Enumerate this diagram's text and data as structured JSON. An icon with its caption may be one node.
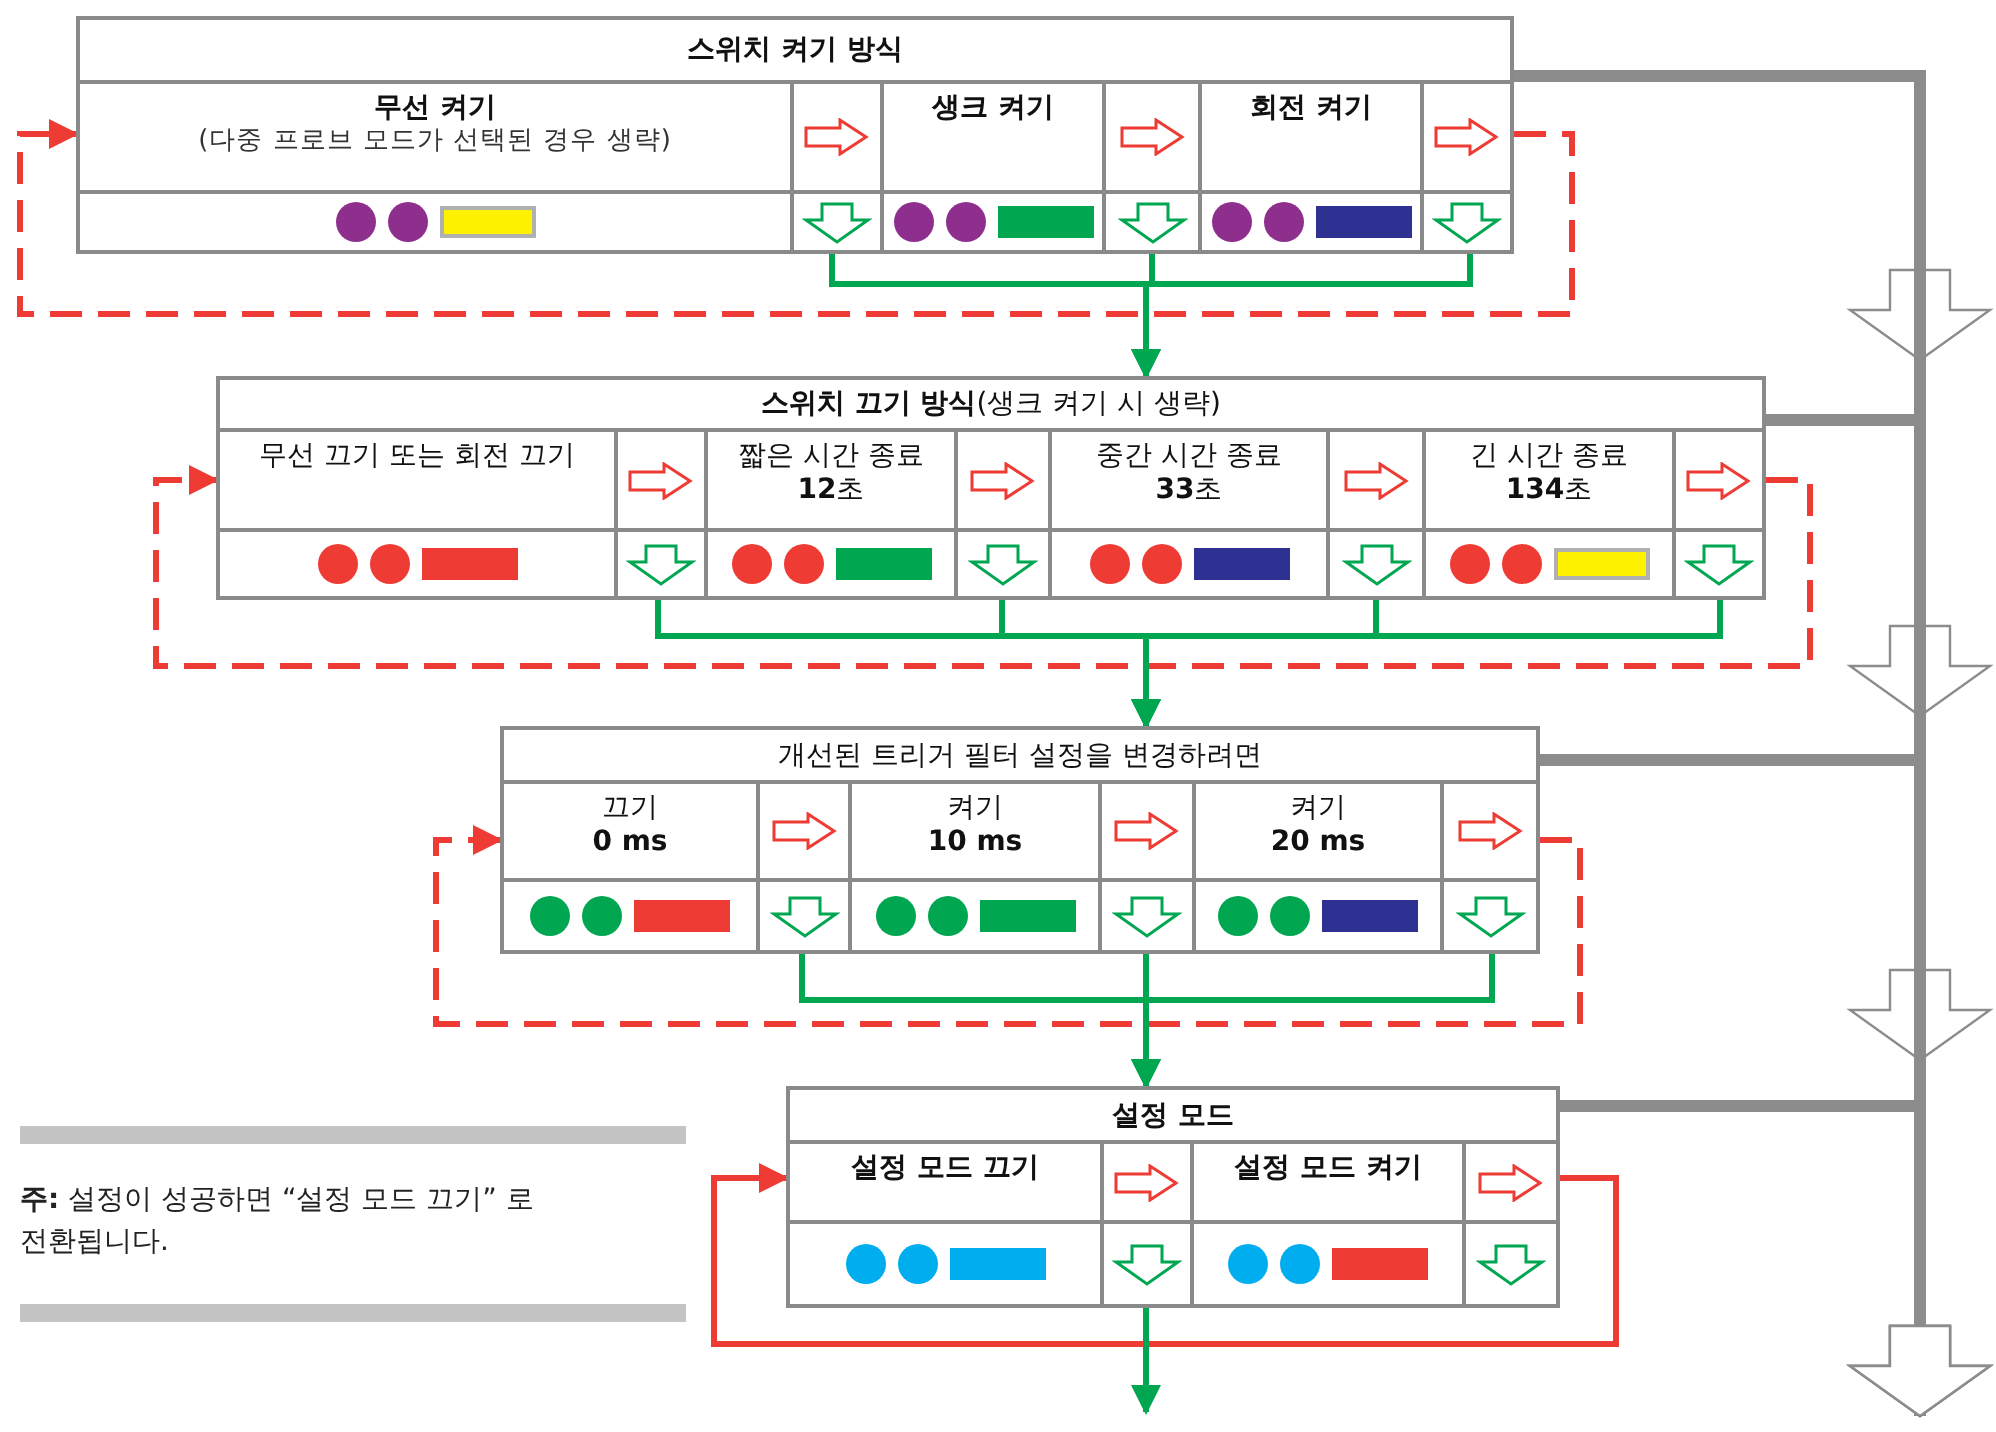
{
  "diagram": {
    "nodes": [
      {
        "text": [
          "스위치 켜기 방식"
        ]
      },
      {
        "text": [
          "무선 켜기",
          "(다중 프로브 모드가 선택된 경우 생략)"
        ],
        "in": 0
      },
      {
        "text": [
          "생크 켜기"
        ],
        "in": 0
      },
      {
        "text": [
          "회전 켜기"
        ],
        "in": 0
      },
      {
        "text": [
          "**스위치 끄기 방식**(생크 켜기 시 생략)"
        ]
      },
      {
        "text": [
          "무선 끄기 또는 회전 끄기"
        ],
        "in": 4
      },
      {
        "text": [
          "짧은 시간 종료",
          "**12**초"
        ],
        "in": 4
      },
      {
        "text": [
          "중간 시간 종료",
          "**33**초"
        ],
        "in": 4
      },
      {
        "text": [
          "긴 시간 종료",
          "**134**초"
        ],
        "in": 4
      },
      {
        "text": [
          "개선된 트리거 필터 설정을 변경하려면"
        ]
      },
      {
        "text": [
          "끄기",
          "0 ms"
        ],
        "in": 9
      },
      {
        "text": [
          "켜기",
          "10 ms"
        ],
        "in": 9
      },
      {
        "text": [
          "켜기",
          "20 ms"
        ],
        "in": 9
      },
      {
        "text": [
          "설정 모드"
        ]
      },
      {
        "text": [
          "설정 모드 끄기"
        ],
        "in": 13
      },
      {
        "text": [
          "설정 모드 켜기"
        ],
        "in": 13
      }
    ],
    "edges": [
      {
        "from": 3,
        "to": 1,
        "arrow": "to",
        "style": "dashed",
        "color": "#ee3b33"
      },
      {
        "from": 1,
        "to": 4,
        "arrow": "to"
      },
      {
        "from": 2,
        "to": 4,
        "arrow": "to"
      },
      {
        "from": 3,
        "to": 4,
        "arrow": "to"
      },
      {
        "from": 8,
        "to": 5,
        "arrow": "to",
        "style": "dashed",
        "color": "#ee3b33"
      },
      {
        "from": 5,
        "to": 9,
        "arrow": "to"
      },
      {
        "from": 6,
        "to": 9,
        "arrow": "to"
      },
      {
        "from": 7,
        "to": 9,
        "arrow": "to"
      },
      {
        "from": 8,
        "to": 9,
        "arrow": "to"
      },
      {
        "from": 12,
        "to": 10,
        "arrow": "to",
        "style": "dashed",
        "color": "#ee3b33"
      },
      {
        "from": 10,
        "to": 13,
        "arrow": "to"
      },
      {
        "from": 11,
        "to": 13,
        "arrow": "to"
      },
      {
        "from": 12,
        "to": 13,
        "arrow": "to"
      },
      {
        "from": 15,
        "to": 14,
        "arrow": "to",
        "color": "#ee3b33"
      },
      {
        "from": 13,
        "to": null,
        "arrow": "to"
      },
      {
        "from": 0,
        "to": null,
        "arrow": "to",
        "style": "thick",
        "color": "#8c8c8c"
      },
      {
        "from": 4,
        "to": null,
        "arrow": "to",
        "style": "thick",
        "color": "#8c8c8c"
      },
      {
        "from": 9,
        "to": null,
        "arrow": "to",
        "style": "thick",
        "color": "#8c8c8c"
      },
      {
        "from": 13,
        "to": null,
        "arrow": "to",
        "style": "thick",
        "color": "#8c8c8c"
      }
    ],
    "labels": [
      "**주:** 설정이 성공하면 “설정 모드 끄기” 로 전환됩니다."
    ]
  }
}
